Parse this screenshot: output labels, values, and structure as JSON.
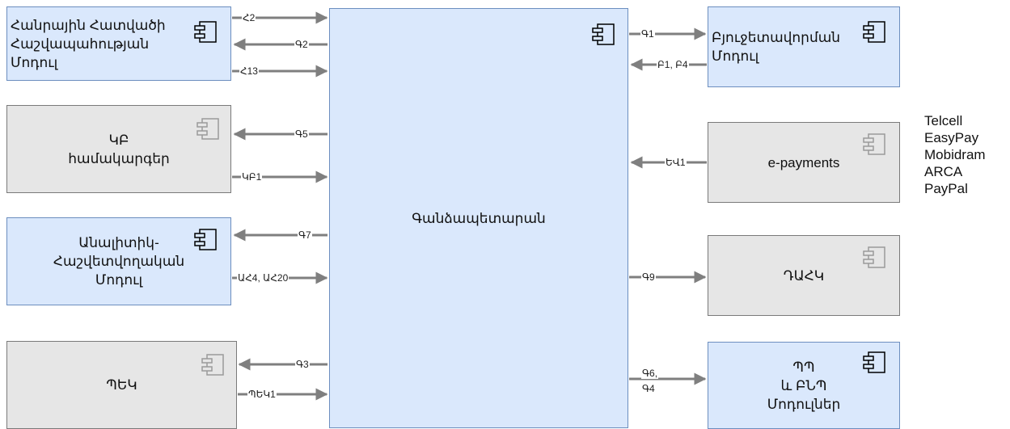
{
  "center": {
    "label": "Գանձապետարան"
  },
  "modules": {
    "accounting": {
      "label": "Հանրային Հատվածի\nՀաշվապահության\nՄոդուլ"
    },
    "kb": {
      "label": "ԿԲ\nհամակարգեր"
    },
    "analytic": {
      "label": "Անալիտիկ-\nՀաշվետվողական\nՄոդուլ"
    },
    "pek": {
      "label": "ՊԵԿ"
    },
    "budget": {
      "label": "Բյուջետավորման\nՄոդուլ"
    },
    "epayments": {
      "label": "e-payments"
    },
    "dahk": {
      "label": "ԴԱՀԿ"
    },
    "pt": {
      "label": "ՊՊ\nև ԲՆՊ\nՄոդուլներ"
    }
  },
  "connectors": {
    "h2": "Հ2",
    "g2": "Գ2",
    "h13": "Հ13",
    "g5": "Գ5",
    "kb1": "ԿԲ1",
    "g7": "Գ7",
    "ah": "ԱՀ4, ԱՀ20",
    "g3": "Գ3",
    "pek1": "ՊԵԿ1",
    "g1": "Գ1",
    "b": "Բ1, Բ4",
    "ev1": "ԵՎ1",
    "g9": "Գ9",
    "g6": "Գ6,",
    "g4": "Գ4"
  },
  "payment_providers": [
    "Telcell",
    "EasyPay",
    "Mobidram",
    "ARCA",
    "PayPal"
  ],
  "colors": {
    "blue_fill": "#dae8fc",
    "blue_border": "#6c8ebf",
    "gray_fill": "#e6e6e6",
    "gray_border": "#7a7a7a",
    "arrow": "#7f7f7f"
  }
}
